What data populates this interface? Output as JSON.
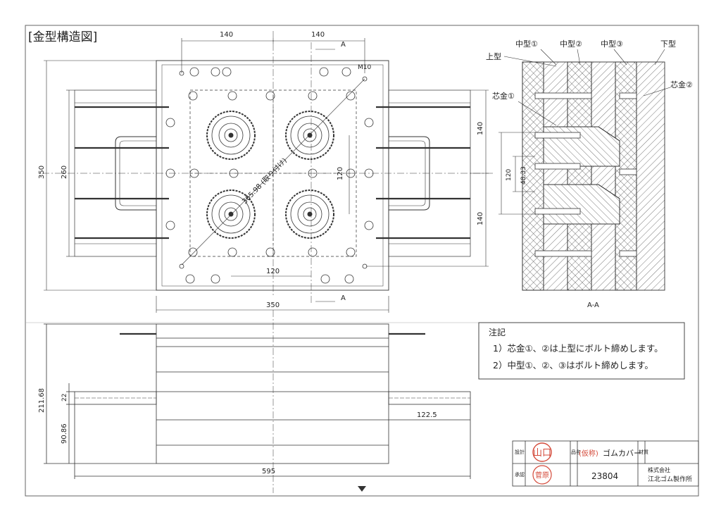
{
  "title": "[金型構造図]",
  "dimensions": {
    "top_140_left": "140",
    "top_140_right": "140",
    "left_350": "350",
    "left_260": "260",
    "right_140_top": "140",
    "right_120": "120",
    "right_140_bottom": "140",
    "center_120": "120",
    "bottom_120": "120",
    "bottom_350": "350",
    "diag_bolt": "365.98 (取り付け)",
    "m10": "M10",
    "aa_120": "120",
    "aa_48": "48.33",
    "front_211": "211.68",
    "front_22": "22",
    "front_90": "90.86",
    "front_122": "122.5",
    "front_595": "595"
  },
  "section": {
    "top_label": "A",
    "bottom_label": "A",
    "caption": "A-A",
    "labels": {
      "upper": "上型",
      "mid1": "中型①",
      "mid2": "中型②",
      "mid3": "中型③",
      "lower": "下型",
      "core1": "芯金①",
      "core2": "芯金②"
    }
  },
  "notes": {
    "heading": "注記",
    "line1": "1）芯金①、②は上型にボルト締めします。",
    "line2": "2）中型①、②、③はボルト締めします。"
  },
  "title_block": {
    "design_label": "設計",
    "approve_label": "承認",
    "name_label": "品名",
    "material_label": "材質",
    "stamp_top": "山口",
    "stamp_bottom": "菅原",
    "product_handwrite": "(仮称)",
    "product_name": "ゴムカバー",
    "drawing_no": "23804",
    "company_kind": "株式会社",
    "company_name": "江北ゴム製作所"
  },
  "colors": {
    "line": "#333333",
    "stamp": "#d44a3a"
  }
}
